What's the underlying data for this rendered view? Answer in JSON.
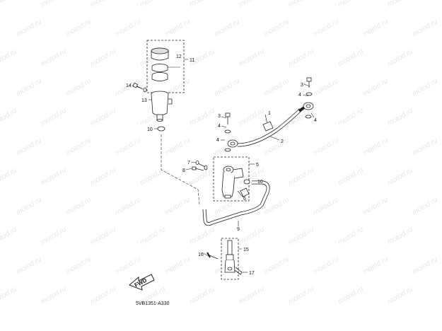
{
  "watermark": "motod.ru",
  "diagram_code": "5VB1351-A330",
  "fwd_label": "FWD",
  "callouts": {
    "c1": "1",
    "c2": "2",
    "c3": "3",
    "c4a": "4",
    "c4b": "4",
    "c4c": "4",
    "c3b": "3",
    "c4d": "4",
    "c5": "5",
    "c6": "6",
    "c7": "7",
    "c8": "8",
    "c9": "9",
    "c10a": "10",
    "c10b": "10",
    "c11": "11",
    "c12": "12",
    "c13": "13",
    "c14": "14",
    "c15": "15",
    "c16": "16",
    "c17": "17"
  }
}
